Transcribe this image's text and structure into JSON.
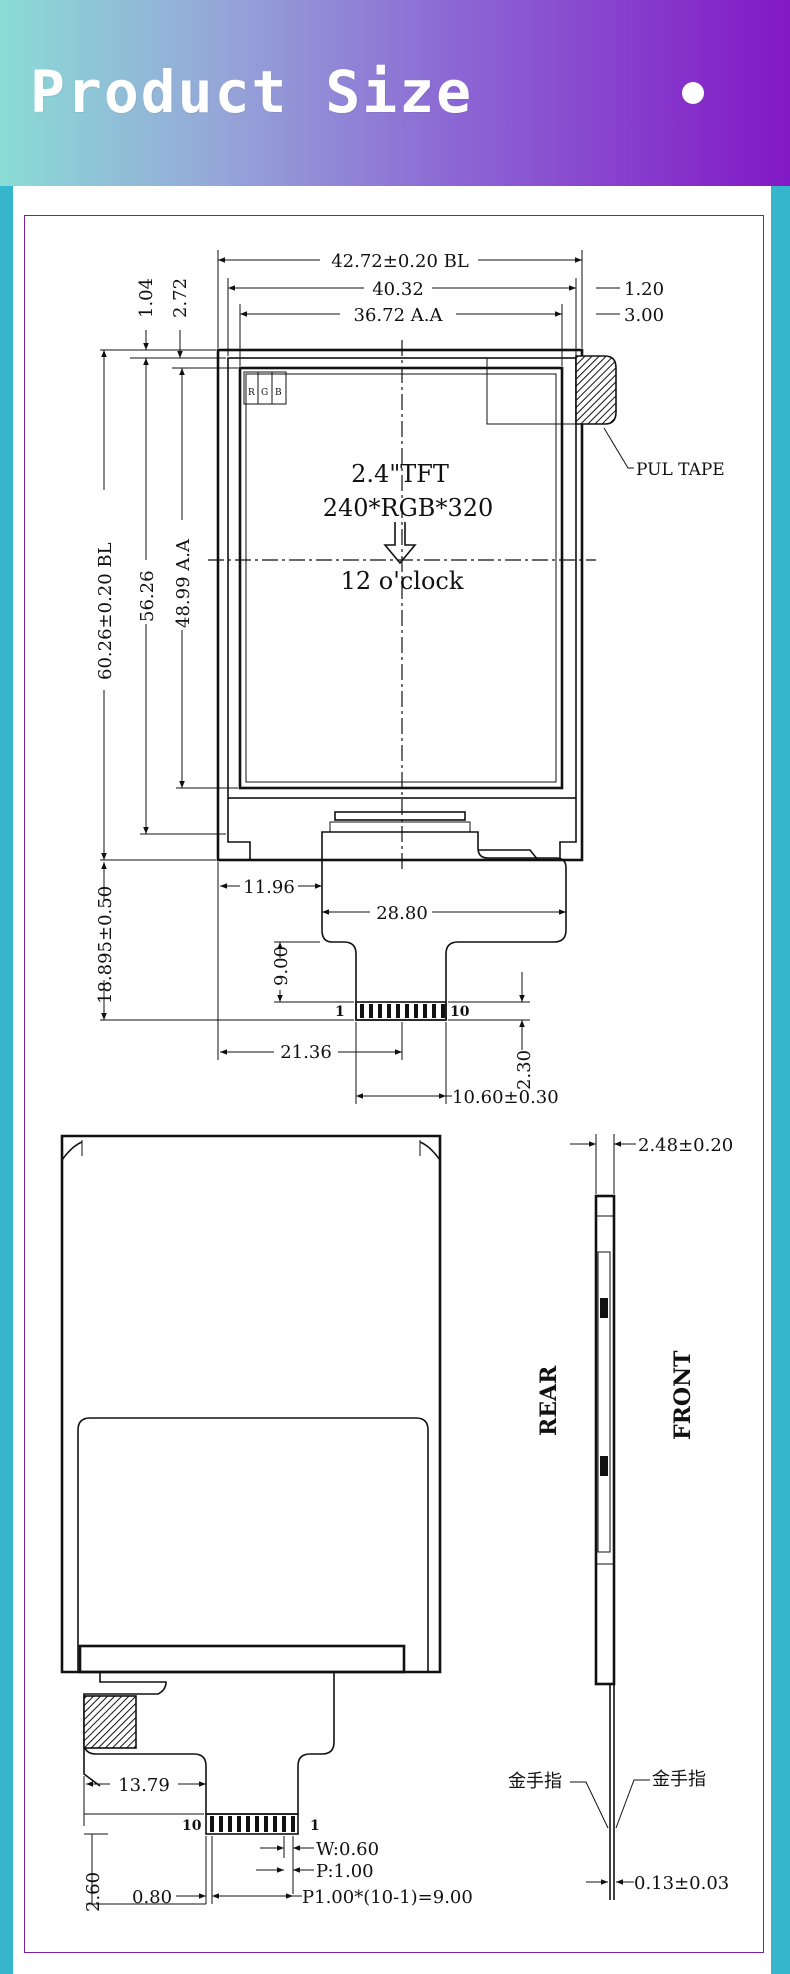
{
  "header": {
    "title": "Product Size"
  },
  "drawing": {
    "top_view": {
      "overall_width": "42.72±0.20 BL",
      "inner_width": "40.32",
      "active_width": "36.72 A.A",
      "right_offset_1": "1.20",
      "right_offset_2": "3.00",
      "top_offset_1": "1.04",
      "top_offset_2": "2.72",
      "overall_height": "60.26±0.20 BL",
      "inner_height": "56.26",
      "active_height": "48.99 A.A",
      "fpc_length": "18.895±0.50",
      "left_offset": "11.96",
      "fpc_width": "28.80",
      "fpc_neck": "9.00",
      "pin_center": "21.36",
      "connector_width": "10.60±0.30",
      "connector_height": "2.30",
      "pin_first": "1",
      "pin_last": "10",
      "rgb_label": [
        "R",
        "G",
        "B"
      ],
      "tape_label": "PUL TAPE",
      "screen_line1": "2.4\"TFT",
      "screen_line2": "240*RGB*320",
      "orientation": "12  o'clock"
    },
    "rear_view": {
      "fpc_offset": "13.79",
      "pin_first": "10",
      "pin_last": "1",
      "pin_width": "W:0.60",
      "pin_pitch": "P:1.00",
      "pin_total": "P1.00*(10-1)=9.00",
      "edge_offset": "0.80",
      "height_offset": "2.60"
    },
    "side_view": {
      "thickness": "2.48±0.20",
      "rear_label": "REAR",
      "front_label": "FRONT",
      "gold_finger_left": "金手指",
      "gold_finger_right": "金手指",
      "fpc_thickness": "0.13±0.03"
    }
  }
}
